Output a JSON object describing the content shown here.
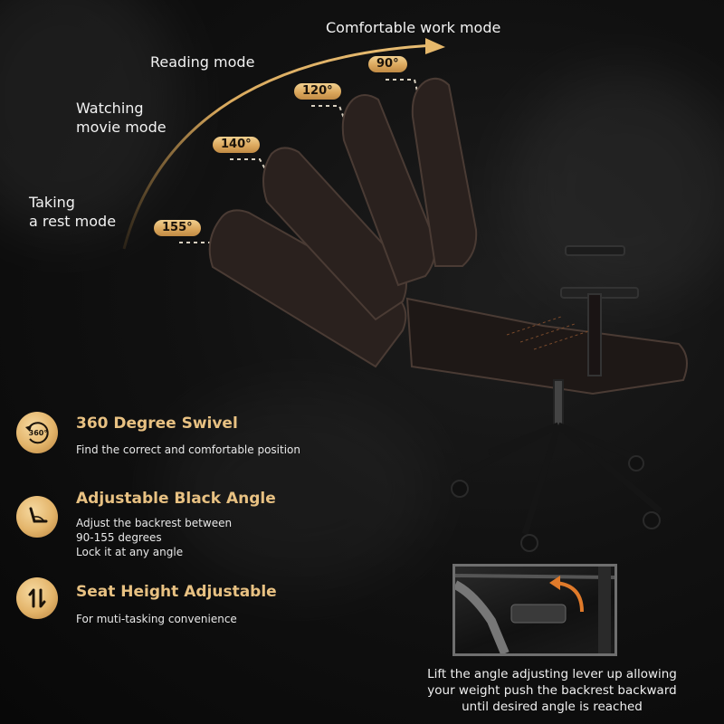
{
  "colors": {
    "gold_light": "#f2d08f",
    "gold_dark": "#c08a44",
    "title_gold": "#e8c182",
    "background": "#111111",
    "arrow_accent": "#e07a2a"
  },
  "modes": [
    {
      "label": "Comfortable work mode",
      "angle": "90°"
    },
    {
      "label": "Reading mode",
      "angle": "120°"
    },
    {
      "label": "Watching\nmovie mode",
      "angle": "140°"
    },
    {
      "label": "Taking\na rest mode",
      "angle": "155°"
    }
  ],
  "mode_labels": {
    "work": "Comfortable work mode",
    "reading": "Reading mode",
    "watching_line1": "Watching",
    "watching_line2": "movie mode",
    "rest_line1": "Taking",
    "rest_line2": "a rest mode"
  },
  "angle_badges": {
    "a90": "90°",
    "a120": "120°",
    "a140": "140°",
    "a155": "155°"
  },
  "features": [
    {
      "icon": "rotate-360-icon",
      "icon_text": "360°",
      "title": "360 Degree Swivel",
      "description": "Find the correct and comfortable position"
    },
    {
      "icon": "reclining-seat-icon",
      "title": "Adjustable Black Angle",
      "description": "Adjust the backrest between\n90-155 degrees\nLock it at any angle"
    },
    {
      "icon": "up-down-arrows-icon",
      "title": "Seat Height Adjustable",
      "description": "For muti-tasking convenience"
    }
  ],
  "lever": {
    "caption": "Lift the angle adjusting lever up allowing\nyour weight push the backrest backward\nuntil desired angle is reached"
  }
}
